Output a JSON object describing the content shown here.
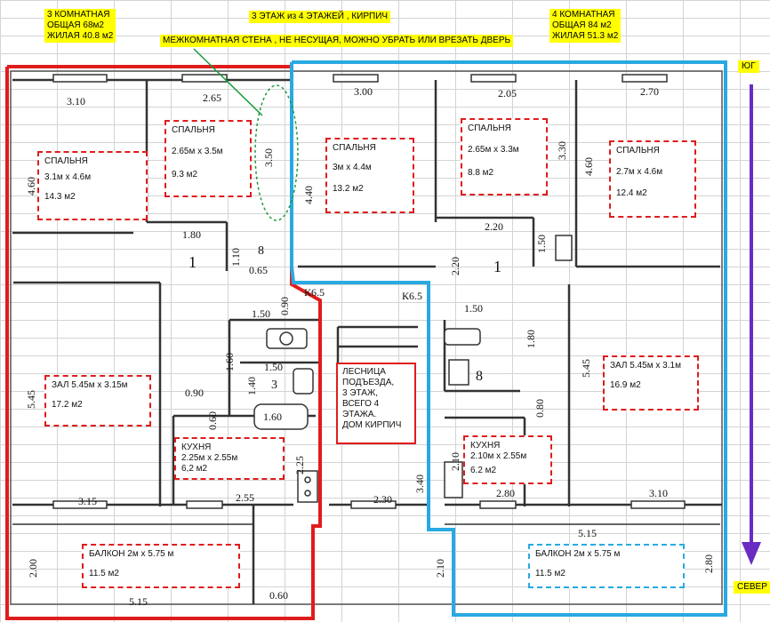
{
  "notes": {
    "left_apartment": {
      "rooms": "3  КОМНАТНАЯ",
      "total": "ОБЩАЯ   68м2",
      "living": "ЖИЛАЯ  40.8 м2"
    },
    "floor": "3 ЭТАЖ из  4 ЭТАЖЕЙ , КИРПИЧ",
    "right_apartment": {
      "rooms": "4 КОМНАТНАЯ",
      "total": "ОБЩАЯ    84 м2",
      "living": "ЖИЛАЯ  51.3 м2"
    },
    "wall": "МЕЖКОМНАТНАЯ СТЕНА , НЕ НЕСУЩАЯ, МОЖНО УБРАТЬ ИЛИ ВРЕЗАТЬ ДВЕРЬ"
  },
  "compass": {
    "south": "ЮГ",
    "north": "СЕВЕР"
  },
  "rooms": {
    "left_bedroom1": {
      "name": "СПАЛЬНЯ",
      "size": "3.1м х 4.6м",
      "area": "14.3 м2"
    },
    "left_bedroom2": {
      "name": "СПАЛЬНЯ",
      "size": "2.65м х 3.5м",
      "area": "9.3 м2"
    },
    "left_hall": {
      "name": "ЗАЛ   5.45м х 3.15м",
      "area": "17.2 м2"
    },
    "left_kitchen": {
      "name": "КУХНЯ",
      "size": "2.25м х 2.55м",
      "area": "6,2 м2"
    },
    "left_balcony": {
      "name": "БАЛКОН   2м х 5.75 м",
      "area": "11.5 м2"
    },
    "right_bedroom1": {
      "name": "СПАЛЬНЯ",
      "size": "3м х 4.4м",
      "area": "13.2 м2"
    },
    "right_bedroom2": {
      "name": "СПАЛЬНЯ",
      "size": "2.65м х 3.3м",
      "area": "8.8 м2"
    },
    "right_bedroom3": {
      "name": "СПАЛЬНЯ",
      "size": "2.7м х 4.6м",
      "area": "12.4 м2"
    },
    "right_hall": {
      "name": "ЗАЛ   5.45м х 3.1м",
      "area": "16.9 м2"
    },
    "right_kitchen": {
      "name": "КУХНЯ",
      "size": "2.10м х 2.55м",
      "area": "6.2 м2"
    },
    "right_balcony": {
      "name": "БАЛКОН   2м х 5.75 м",
      "area": "11.5 м2"
    }
  },
  "stairwell": {
    "lines": [
      "ЛЕСНИЦА",
      "ПОДЪЕЗДА,",
      "3 ЭТАЖ,",
      "ВСЕГО 4",
      "ЭТАЖА.",
      "ДОМ КИРПИЧ"
    ]
  },
  "dimensions": {
    "h": [
      "3.10",
      "2.65",
      "3.00",
      "2.05",
      "2.70",
      "1.80",
      "0.65",
      "1.50",
      "1.50",
      "1.60",
      "0.90",
      "3.15",
      "2.55",
      "5.15",
      "0.60",
      "2.20",
      "1.50",
      "2.30",
      "2.80",
      "3.10",
      "5.15",
      "К6.5",
      "К6.5"
    ],
    "v": [
      "4.60",
      "3.50",
      "4.40",
      "3.30",
      "4.60",
      "1.10",
      "0.90",
      "1.60",
      "1.40",
      "0.60",
      "2.25",
      "5.45",
      "2.00",
      "2.20",
      "1.50",
      "1.80",
      "0.80",
      "5.45",
      "2.10",
      "2.10",
      "3.40",
      "2.80"
    ],
    "room_numbers": [
      "1",
      "8",
      "3",
      "1",
      "8"
    ]
  },
  "colors": {
    "left_apartment_border": "#e01c1c",
    "right_apartment_border": "#29a9e1",
    "notes_background": "#ffff00",
    "arrow": "#6a2bc2",
    "wall_annotation": "#1a9a3a"
  }
}
